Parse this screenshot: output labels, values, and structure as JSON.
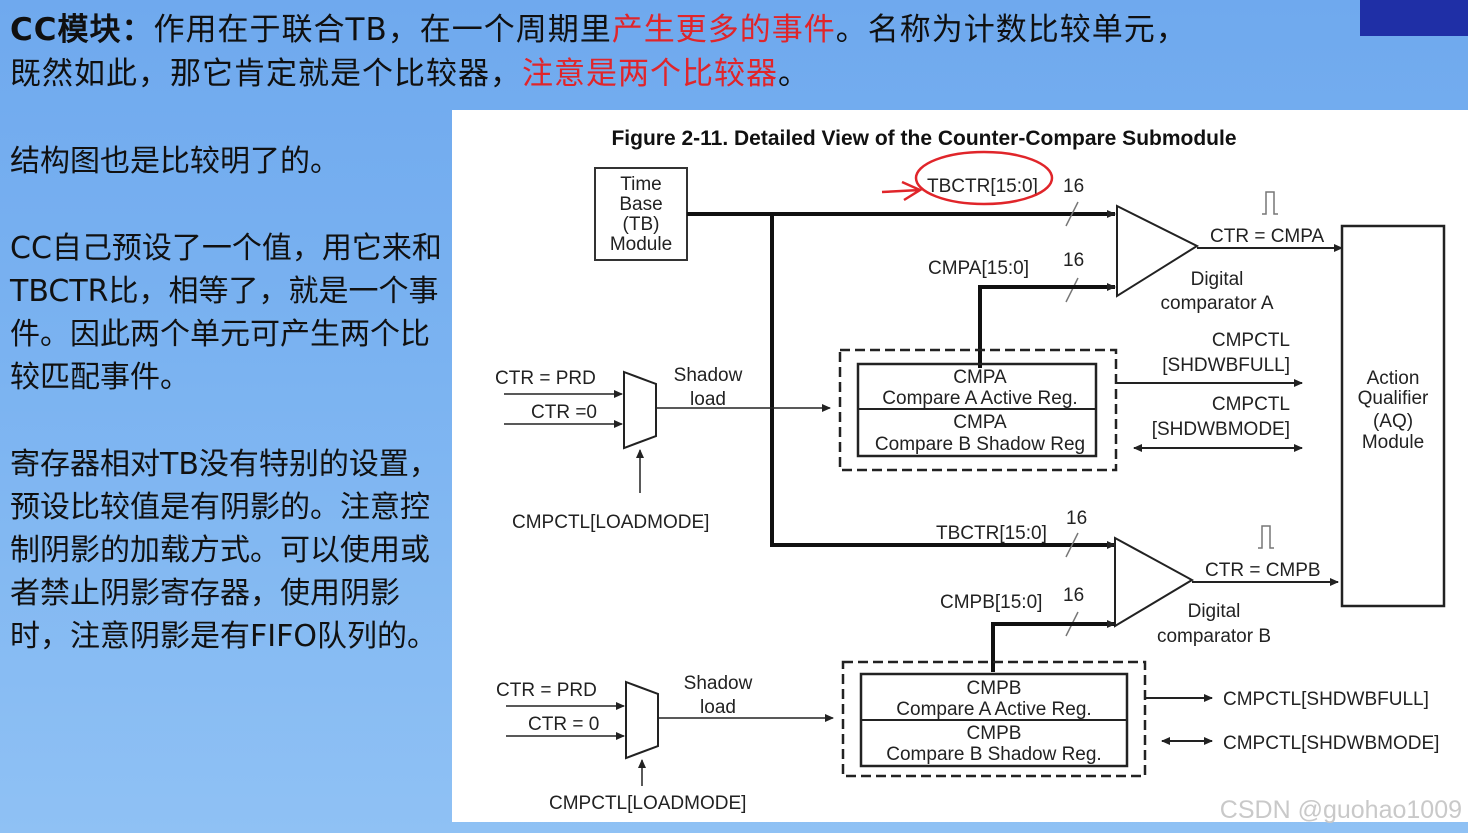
{
  "heading": {
    "lead": "CC模块：",
    "part1": "作用在于联合TB，在一个周期里",
    "red1": "产生更多的事件",
    "part2": "。名称为计数比较单元，",
    "part3": "既然如此，那它肯定就是个比较器，",
    "red2": "注意是两个比较器",
    "part4": "。"
  },
  "notes": [
    "结构图也是比较明了的。",
    "CC自己预设了一个值，用它来和TBCTR比，相等了，就是一个事件。因此两个单元可产生两个比较匹配事件。",
    "寄存器相对TB没有特别的设置，预设比较值是有阴影的。注意控制阴影的加载方式。可以使用或者禁止阴影寄存器，使用阴影时，注意阴影是有FIFO队列的。"
  ],
  "figure": {
    "title": "Figure 2-11. Detailed View of the Counter-Compare Submodule",
    "tb_module": [
      "Time",
      "Base",
      "(TB)",
      "Module"
    ],
    "tbctr_a": "TBCTR[15:0]",
    "width_16": "16",
    "cmpa_bus": "CMPA[15:0]",
    "ctr_eq_cmpa": "CTR = CMPA",
    "comparator_a": [
      "Digital",
      "comparator A"
    ],
    "cmpctl_shdwbfull_a": [
      "CMPCTL",
      "[SHDWBFULL]"
    ],
    "cmpctl_shdwbmode_a": [
      "CMPCTL",
      "[SHDWBMODE]"
    ],
    "ctr_prd": "CTR = PRD",
    "ctr_zero_a": "CTR =0",
    "ctr_zero_b": "CTR = 0",
    "shadow_load": [
      "Shadow",
      "load"
    ],
    "loadmode": "CMPCTL[LOADMODE]",
    "cmpa_reg": [
      "CMPA",
      "Compare A Active Reg.",
      "CMPA",
      "Compare B Shadow Reg"
    ],
    "aq_module": [
      "Action",
      "Qualifier",
      "(AQ)",
      "Module"
    ],
    "tbctr_b": "TBCTR[15:0]",
    "cmpb_bus": "CMPB[15:0]",
    "ctr_eq_cmpb": "CTR = CMPB",
    "comparator_b": [
      "Digital",
      "comparator B"
    ],
    "cmpb_reg": [
      "CMPB",
      "Compare A Active Reg.",
      "CMPB",
      "Compare B Shadow Reg."
    ],
    "cmpctl_shdwbfull_b": "CMPCTL[SHDWBFULL]",
    "cmpctl_shdwbmode_b": "CMPCTL[SHDWBMODE]"
  },
  "watermark": "CSDN @guohao1009",
  "colors": {
    "accent_red": "#e0252a",
    "background": "#7bb3f1",
    "logo": "#1f2fa6"
  }
}
